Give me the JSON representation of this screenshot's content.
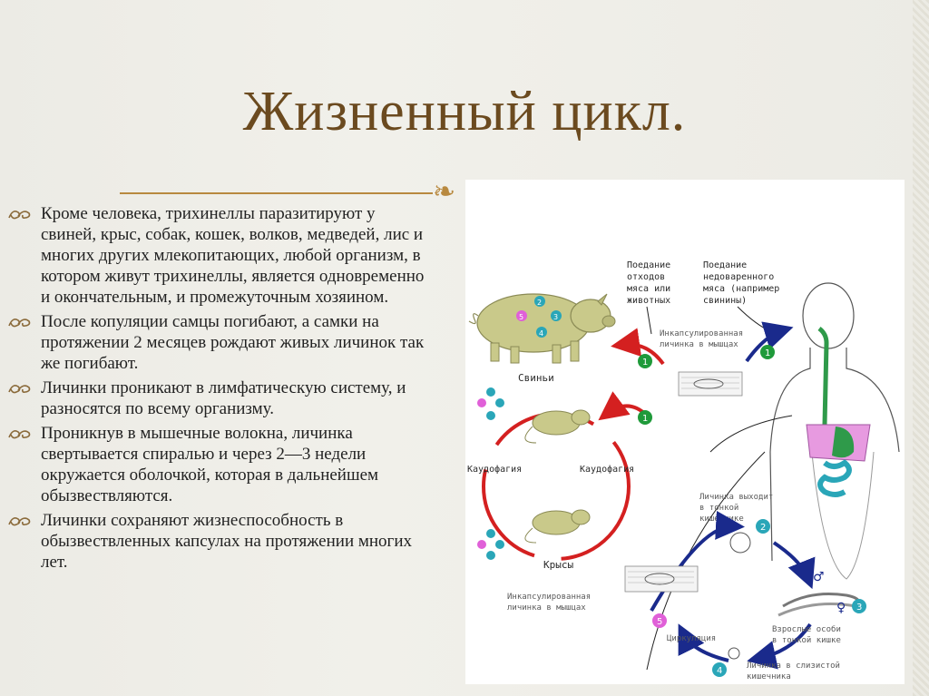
{
  "slide": {
    "title": "Жизненный цикл."
  },
  "bullets": [
    "Кроме человека, трихинеллы паразитируют у свиней, крыс, собак, кошек, волков, медведей, лис и  многих других млекопитающих, любой организм, в котором живут трихинеллы, является одновременно и окончательным, и промежуточным хозяином.",
    "После копуляции самцы погибают, а самки на протяжении 2 месяцев рождают живых личинок так же  погибают.",
    " Личинки проникают в лимфатическую систему, и разносятся по всему организму.",
    "Проникнув в мышечные волокна, личинка свертывается спиралью и через 2—3 недели окружается оболочкой, которая в дальнейшем обызвествляются.",
    " Личинки сохраняют жизнеспособность в обызвествленных капсулах на протяжении многих лет."
  ],
  "diagram": {
    "label_eating_waste_1": "Поедание",
    "label_eating_waste_2": "отходов",
    "label_eating_waste_3": "мяса или",
    "label_eating_waste_4": "животных",
    "label_eating_meat_1": "Поедание",
    "label_eating_meat_2": "недоваренного",
    "label_eating_meat_3": "мяса (например",
    "label_eating_meat_4": "свинины)",
    "label_encapsulated_top_1": "Инкапсулированная",
    "label_encapsulated_top_2": "личинка в мышцах",
    "label_pigs": "Свиньи",
    "label_caudophagy_left": "Каудофагия",
    "label_caudophagy_right": "Каудофагия",
    "label_rats": "Крысы",
    "label_larva_exits_1": "Личинка выходит",
    "label_larva_exits_2": "в тонкой",
    "label_larva_exits_3": "кишечнике",
    "label_encapsulated_bottom_1": "Инкапсулированная",
    "label_encapsulated_bottom_2": "личинка в мышцах",
    "label_adults_1": "Взрослые особи",
    "label_adults_2": "в тонкой кишке",
    "label_circulation": "Циркуляция",
    "label_mucosa_1": "Личинка в слизистой",
    "label_mucosa_2": "кишечника",
    "step_numbers": [
      "1",
      "1",
      "2",
      "3",
      "4",
      "5"
    ],
    "male_symbol": "♂",
    "female_symbol": "♀"
  },
  "colors": {
    "title": "#6b4a1f",
    "accent_rule": "#b8893f",
    "cycle_red": "#d42020",
    "cycle_blue": "#1a2a8c",
    "step_green": "#1f9a3a",
    "step_teal": "#2aa6b8",
    "step_pink": "#e060d8",
    "pig_body": "#c9c98a",
    "gut_green": "#2f9a4a",
    "liver_pink": "#e79ae0"
  }
}
